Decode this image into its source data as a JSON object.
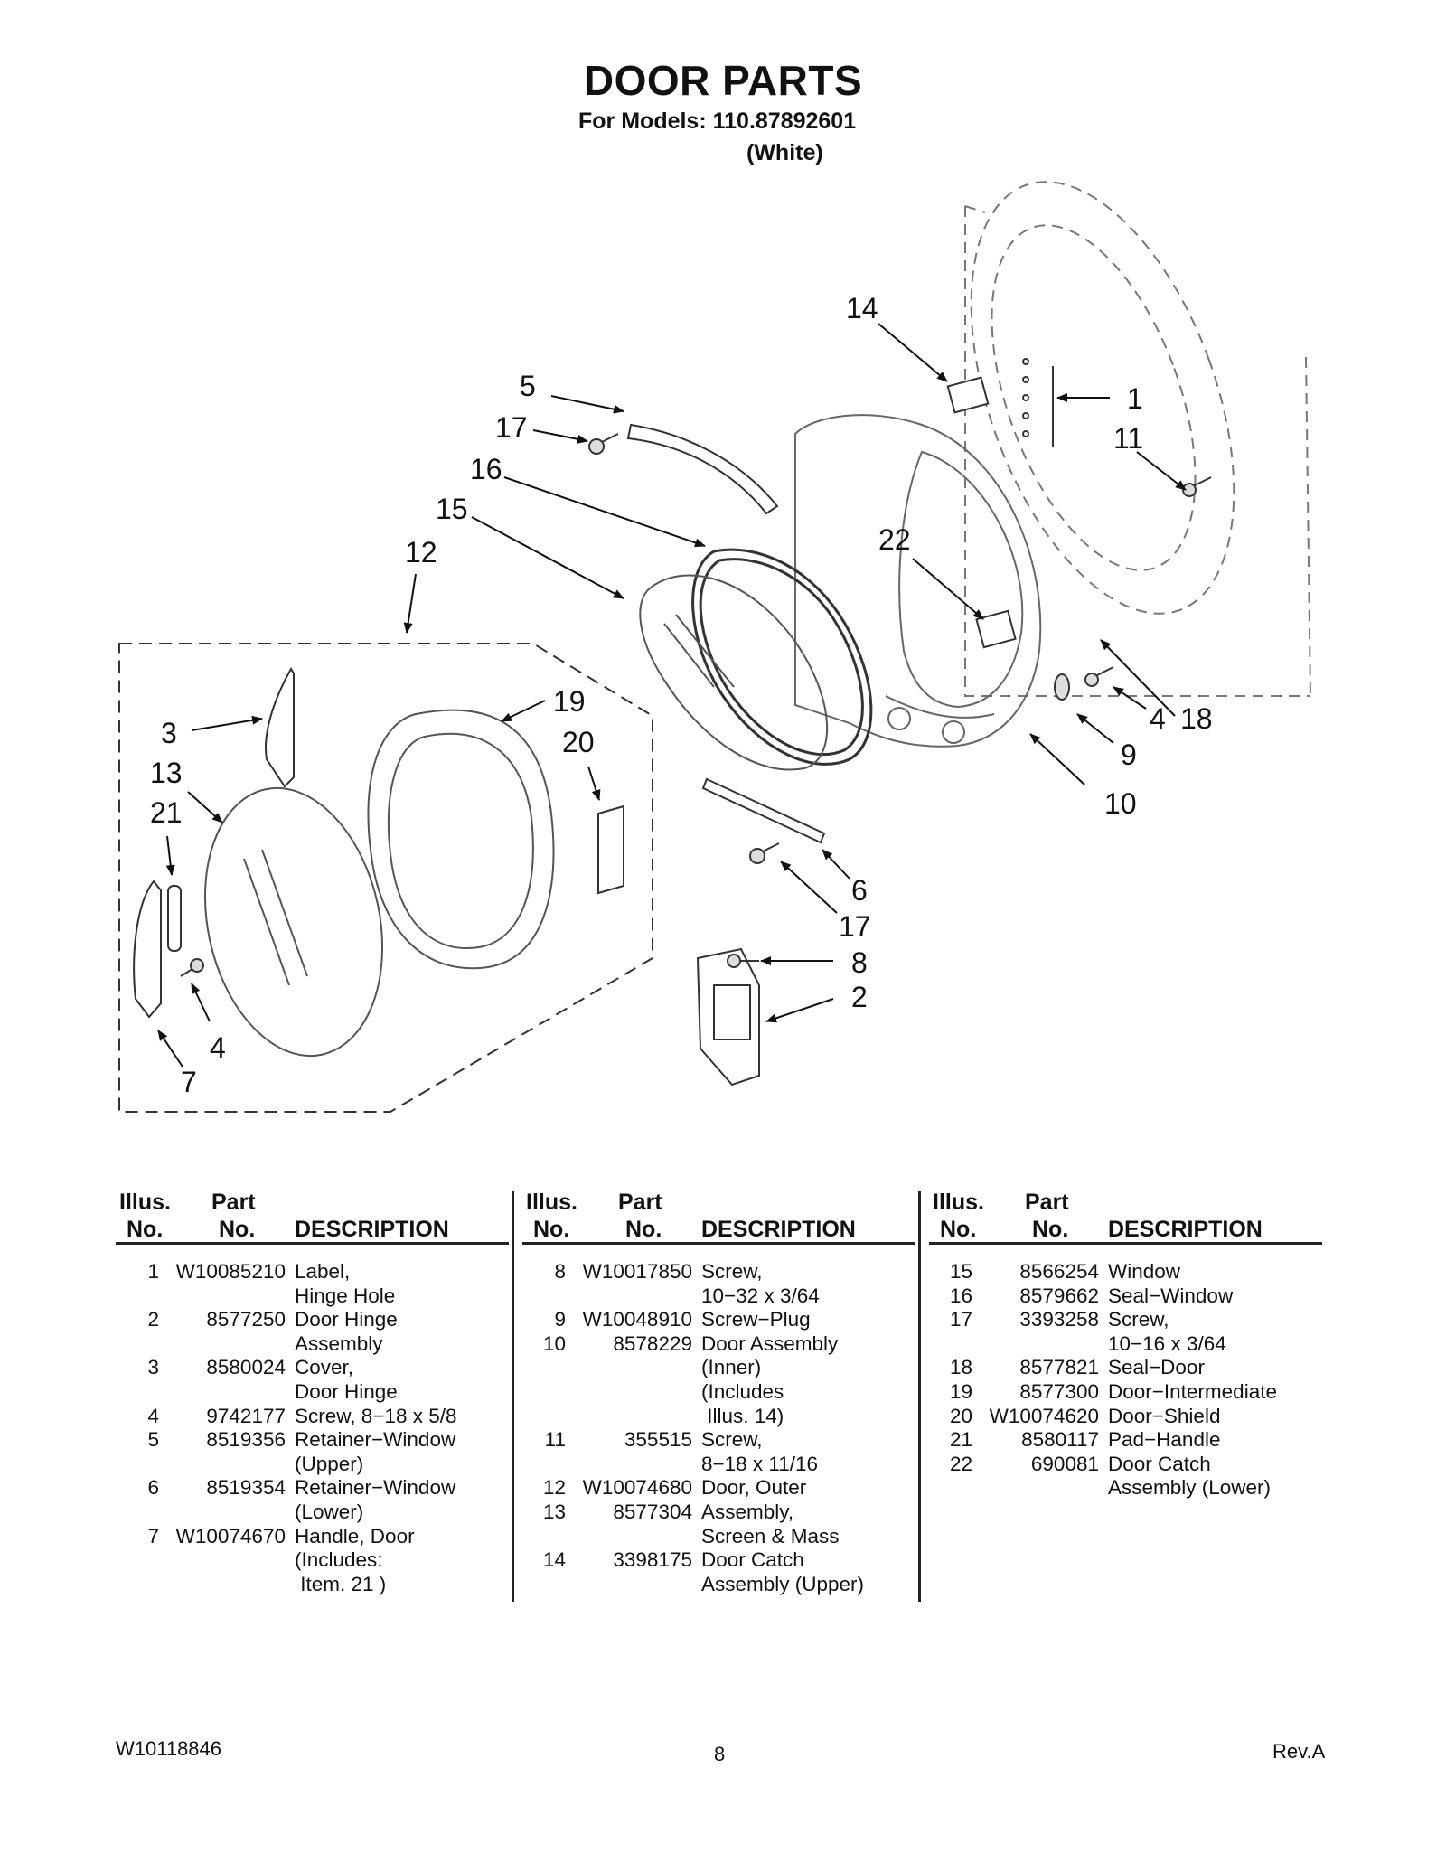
{
  "header": {
    "title": "DOOR PARTS",
    "models": "For Models: 110.87892601",
    "color": "(White)"
  },
  "callouts": [
    "14",
    "5",
    "1",
    "17",
    "11",
    "16",
    "15",
    "22",
    "12",
    "3",
    "19",
    "20",
    "4",
    "18",
    "13",
    "9",
    "21",
    "10",
    "6",
    "17",
    "8",
    "2",
    "4",
    "7"
  ],
  "table": {
    "headers": {
      "illus": [
        "Illus.",
        "No."
      ],
      "part": [
        "Part",
        "No."
      ],
      "description": "DESCRIPTION"
    },
    "columns": [
      [
        {
          "no": "1",
          "part": "W10085210",
          "desc": [
            "Label,",
            "Hinge Hole"
          ]
        },
        {
          "no": "2",
          "part": "8577250",
          "desc": [
            "Door Hinge",
            "Assembly"
          ]
        },
        {
          "no": "3",
          "part": "8580024",
          "desc": [
            "Cover,",
            "Door Hinge"
          ]
        },
        {
          "no": "4",
          "part": "9742177",
          "desc": [
            "Screw, 8−18 x 5/8"
          ]
        },
        {
          "no": "5",
          "part": "8519356",
          "desc": [
            "Retainer−Window",
            "(Upper)"
          ]
        },
        {
          "no": "6",
          "part": "8519354",
          "desc": [
            "Retainer−Window",
            "(Lower)"
          ]
        },
        {
          "no": "7",
          "part": "W10074670",
          "desc": [
            "Handle, Door",
            "(Includes:",
            " Item. 21 )"
          ]
        }
      ],
      [
        {
          "no": "8",
          "part": "W10017850",
          "desc": [
            "Screw,",
            "10−32 x 3/64"
          ]
        },
        {
          "no": "9",
          "part": "W10048910",
          "desc": [
            "Screw−Plug"
          ]
        },
        {
          "no": "10",
          "part": "8578229",
          "desc": [
            "Door Assembly",
            "(Inner)",
            "(Includes",
            " Illus. 14)"
          ]
        },
        {
          "no": "11",
          "part": "355515",
          "desc": [
            "Screw,",
            "8−18 x 11/16"
          ]
        },
        {
          "no": "12",
          "part": "W10074680",
          "desc": [
            "Door, Outer"
          ]
        },
        {
          "no": "13",
          "part": "8577304",
          "desc": [
            "Assembly,",
            "Screen & Mass"
          ]
        },
        {
          "no": "14",
          "part": "3398175",
          "desc": [
            "Door Catch",
            "Assembly (Upper)"
          ]
        }
      ],
      [
        {
          "no": "15",
          "part": "8566254",
          "desc": [
            "Window"
          ]
        },
        {
          "no": "16",
          "part": "8579662",
          "desc": [
            "Seal−Window"
          ]
        },
        {
          "no": "17",
          "part": "3393258",
          "desc": [
            "Screw,",
            "10−16 x 3/64"
          ]
        },
        {
          "no": "18",
          "part": "8577821",
          "desc": [
            "Seal−Door"
          ]
        },
        {
          "no": "19",
          "part": "8577300",
          "desc": [
            "Door−Intermediate"
          ]
        },
        {
          "no": "20",
          "part": "W10074620",
          "desc": [
            "Door−Shield"
          ]
        },
        {
          "no": "21",
          "part": "8580117",
          "desc": [
            "Pad−Handle"
          ]
        },
        {
          "no": "22",
          "part": "690081",
          "desc": [
            "Door Catch",
            "Assembly (Lower)"
          ]
        }
      ]
    ]
  },
  "footer": {
    "doc_number": "W10118846",
    "page": "8",
    "revision": "Rev.A"
  }
}
